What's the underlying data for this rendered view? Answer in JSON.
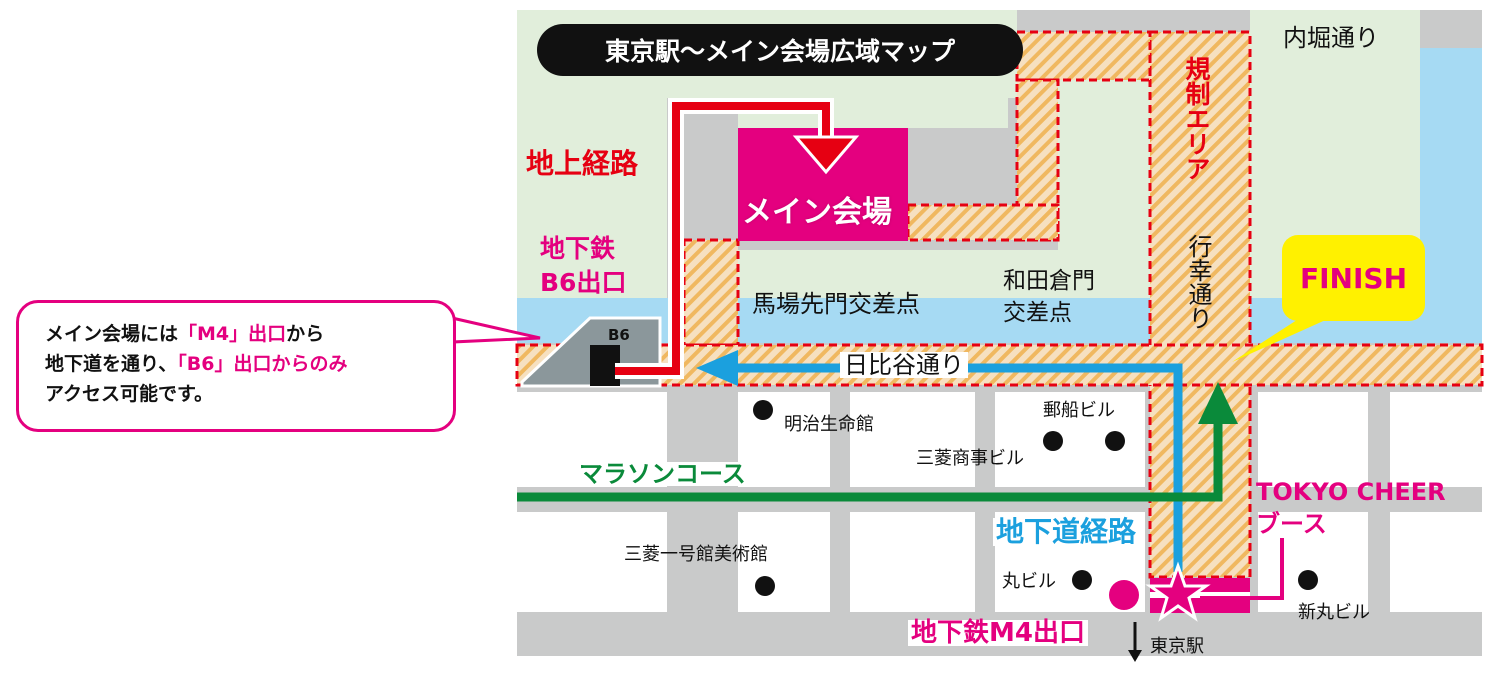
{
  "title": "東京駅〜メイン会場広域マップ",
  "callout": {
    "line1_a": "メイン会場には",
    "line1_b": "「M4」出口",
    "line1_c": "から",
    "line2_a": "地下道を通り、",
    "line2_b": "「B6」出口からのみ",
    "line3": "アクセス可能です。"
  },
  "labels": {
    "main_venue": "メイン会場",
    "ground_route": "地上経路",
    "subway_b6_line1": "地下鉄",
    "subway_b6_line2": "B6出口",
    "b6_sign": "B6",
    "baba_crossing": "馬場先門交差点",
    "wadakura_line1": "和田倉門",
    "wadakura_line2": "交差点",
    "hibiya_dori": "日比谷通り",
    "uchibori_dori": "内堀通り",
    "restricted_area": "規制エリア",
    "gyoko_dori": "行幸通り",
    "finish": "FINISH",
    "meiji_seimei": "明治生命館",
    "yusen_bldg": "郵船ビル",
    "mitsubishi_shoji": "三菱商事ビル",
    "marathon_course": "マラソンコース",
    "tokyo_cheer_line1": "TOKYO CHEER",
    "tokyo_cheer_line2": "ブース",
    "underground_route": "地下道経路",
    "mitsubishi_ichigokan": "三菱一号館美術館",
    "maru_bldg": "丸ビル",
    "shin_maru_bldg": "新丸ビル",
    "subway_m4": "地下鉄M4出口",
    "tokyo_station": "東京駅"
  },
  "colors": {
    "road": "#c9caca",
    "park": "#e1eedb",
    "water": "#a6daf3",
    "restricted_fill": "#f0c88c",
    "restricted_border": "#e60012",
    "venue": "#e4007f",
    "ground_route": "#e60012",
    "underground_route": "#1ba0de",
    "marathon": "#0a8a3a",
    "finish": "#fff100"
  }
}
